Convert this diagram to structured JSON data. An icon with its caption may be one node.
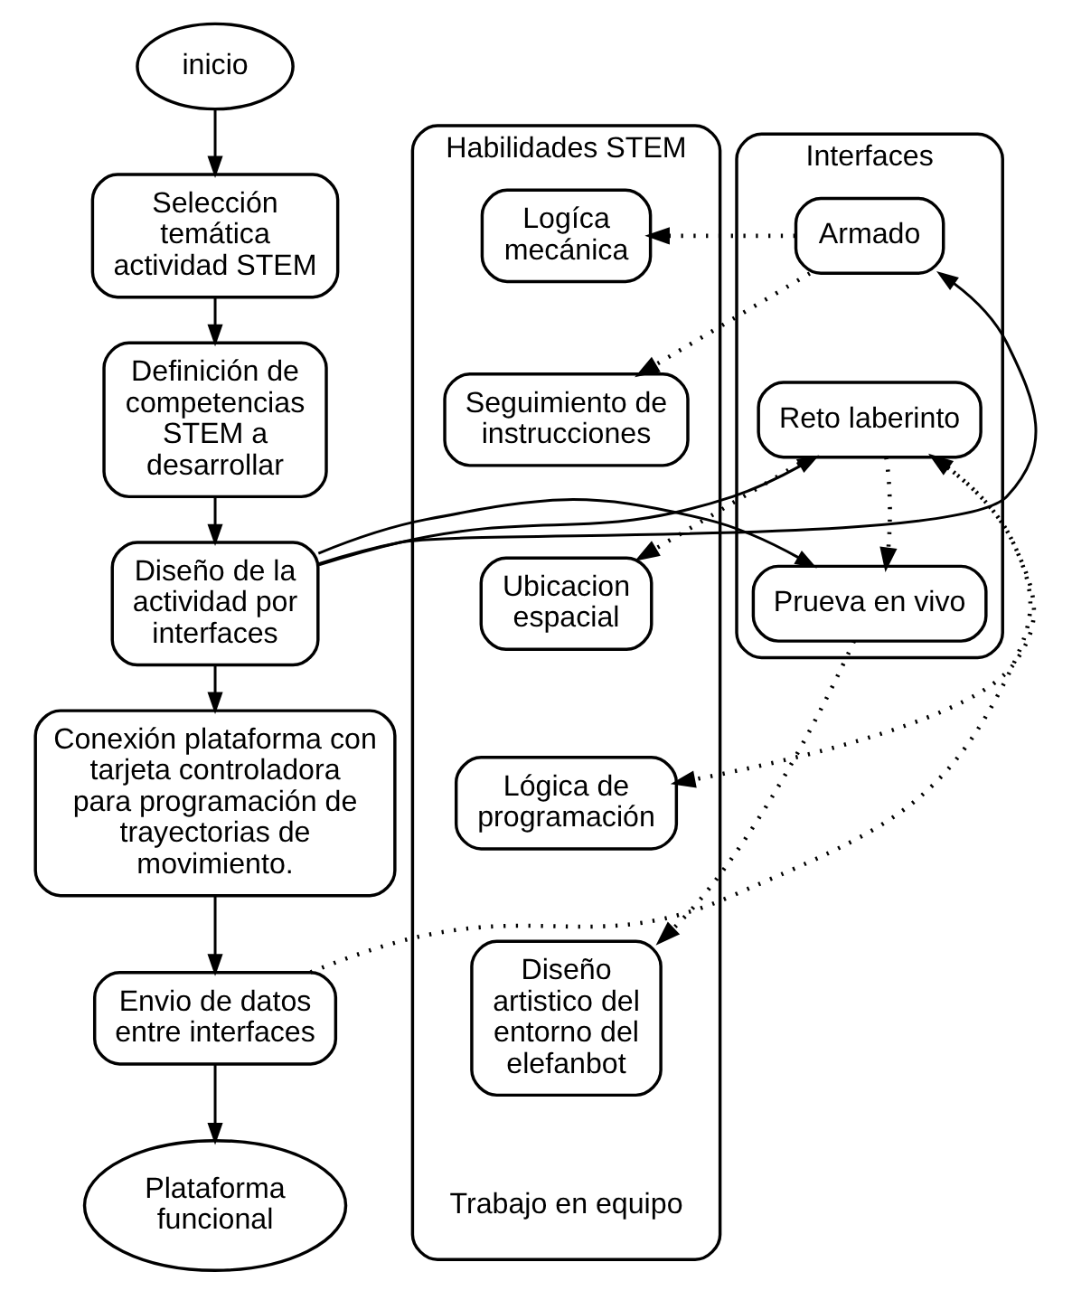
{
  "diagram": {
    "nodes": [
      {
        "text": [
          "inicio"
        ]
      },
      {
        "text": [
          "Selección temática actividad STEM"
        ]
      },
      {
        "text": [
          "Definición de competencias STEM a desarrollar"
        ]
      },
      {
        "text": [
          "Diseño de la actividad por interfaces"
        ]
      },
      {
        "text": [
          "Conexión plataforma con tarjeta controladora para programación de trayectorias de movimiento."
        ]
      },
      {
        "text": [
          "Envio de datos entre interfaces"
        ]
      },
      {
        "text": [
          "Plataforma funcional"
        ]
      },
      {
        "text": [
          "Interfaces"
        ]
      },
      {
        "text": [
          "Armado"
        ],
        "in": 7
      },
      {
        "text": [
          "Reto laberinto"
        ],
        "in": 7
      },
      {
        "text": [
          "Prueva en vivo"
        ],
        "in": 7
      },
      {
        "text": [
          "Habilidades STEM",
          "Trabajo en equipo"
        ]
      },
      {
        "text": [
          "Logíca mecánica"
        ],
        "in": 11
      },
      {
        "text": [
          "Seguimiento de instrucciones"
        ],
        "in": 11
      },
      {
        "text": [
          "Ubicacion espacial"
        ],
        "in": 11
      },
      {
        "text": [
          "Lógica de programación"
        ],
        "in": 11
      },
      {
        "text": [
          "Diseño artistico del entorno del elefanbot"
        ],
        "in": 11
      }
    ],
    "edges": [
      {
        "from": 0,
        "to": 1,
        "arrow": "to"
      },
      {
        "from": 1,
        "to": 2,
        "arrow": "to"
      },
      {
        "from": 2,
        "to": 3,
        "arrow": "to"
      },
      {
        "from": 3,
        "to": 4,
        "arrow": "to"
      },
      {
        "from": 4,
        "to": 5,
        "arrow": "to"
      },
      {
        "from": 5,
        "to": 6,
        "arrow": "to"
      },
      {
        "from": 3,
        "to": 8,
        "arrow": "to"
      },
      {
        "from": 3,
        "to": 9,
        "arrow": "to"
      },
      {
        "from": 3,
        "to": 10,
        "arrow": "to"
      },
      {
        "from": 5,
        "to": 9,
        "arrow": "to",
        "style": "dashed"
      },
      {
        "from": 9,
        "to": 10,
        "arrow": "to",
        "style": "dashed"
      },
      {
        "from": 8,
        "to": 12,
        "arrow": "to",
        "style": "dashed"
      },
      {
        "from": 8,
        "to": 13,
        "arrow": "to",
        "style": "dashed"
      },
      {
        "from": 9,
        "to": 14,
        "arrow": "to",
        "style": "dashed"
      },
      {
        "from": 9,
        "to": 15,
        "arrow": "to",
        "style": "dashed"
      },
      {
        "from": 10,
        "to": 16,
        "arrow": "to",
        "style": "dashed"
      }
    ]
  }
}
